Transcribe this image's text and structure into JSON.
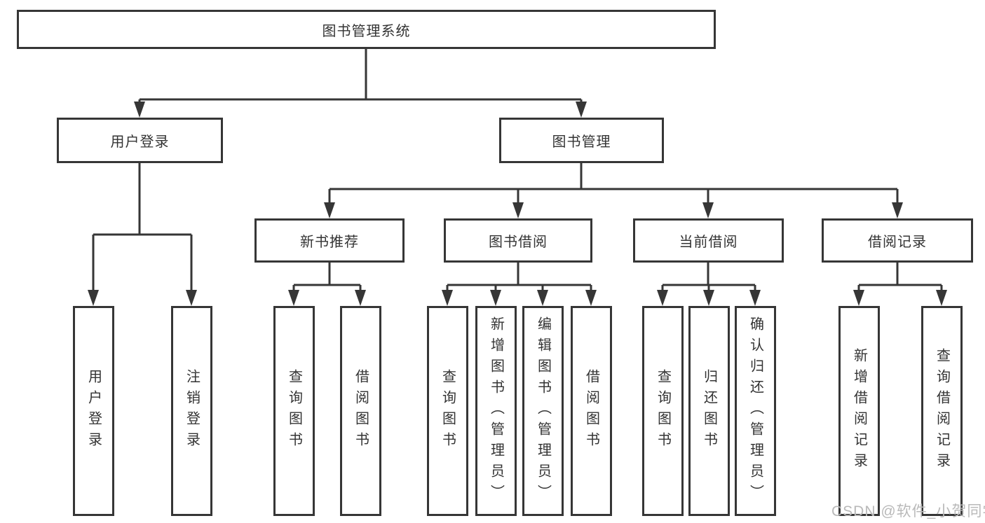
{
  "diagram": {
    "type": "hierarchy",
    "colors": {
      "line": "#363636",
      "box_border": "#363636",
      "box_bg": "#ffffff",
      "text": "#333333",
      "watermark": "#b9b9b9"
    }
  },
  "tree": {
    "root": {
      "label": "图书管理系统",
      "children": [
        {
          "label": "用户登录",
          "children": [
            {
              "label": "用户登录"
            },
            {
              "label": "注销登录"
            }
          ]
        },
        {
          "label": "图书管理",
          "children": [
            {
              "label": "新书推荐",
              "children": [
                {
                  "label": "查询图书"
                },
                {
                  "label": "借阅图书"
                }
              ]
            },
            {
              "label": "图书借阅",
              "children": [
                {
                  "label": "查询图书"
                },
                {
                  "label": "新增图书（管理员）"
                },
                {
                  "label": "编辑图书（管理员）"
                },
                {
                  "label": "借阅图书"
                }
              ]
            },
            {
              "label": "当前借阅",
              "children": [
                {
                  "label": "查询图书"
                },
                {
                  "label": "归还图书"
                },
                {
                  "label": "确认归还（管理员）"
                }
              ]
            },
            {
              "label": "借阅记录",
              "children": [
                {
                  "label": "新增借阅记录"
                },
                {
                  "label": "查询借阅记录"
                }
              ]
            }
          ]
        }
      ]
    }
  },
  "watermark": {
    "text": "CSDN @软件_小贺同学"
  }
}
